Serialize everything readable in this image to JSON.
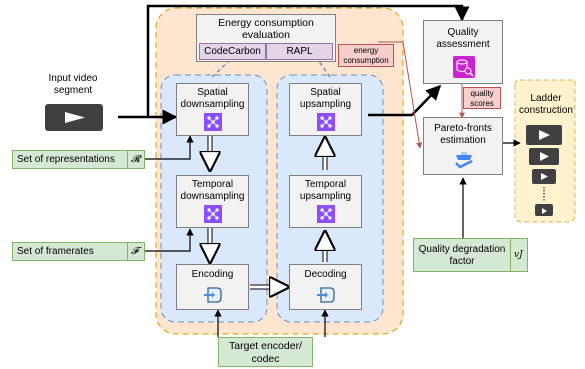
{
  "input": {
    "label_line1": "Input video",
    "label_line2": "segment"
  },
  "energy": {
    "title_line1": "Energy consumption",
    "title_line2": "evaluation",
    "tool1": "CodeCarbon",
    "tool2": "RAPL",
    "note_line1": "energy",
    "note_line2": "consumption"
  },
  "blocks": {
    "spatial_down": {
      "line1": "Spatial",
      "line2": "downsampling"
    },
    "temporal_down": {
      "line1": "Temporal",
      "line2": "downsampling"
    },
    "encoding": {
      "line1": "Encoding"
    },
    "spatial_up": {
      "line1": "Spatial",
      "line2": "upsampling"
    },
    "temporal_up": {
      "line1": "Temporal",
      "line2": "upsampling"
    },
    "decoding": {
      "line1": "Decoding"
    }
  },
  "params": {
    "representations": {
      "label": "Set of representations",
      "symbol": "𝓡"
    },
    "framerates": {
      "label": "Set of framerates",
      "symbol": "𝓕"
    },
    "encoder": {
      "line1": "Target encoder/",
      "line2": "codec"
    },
    "degradation": {
      "line1": "Quality degradation",
      "line2": "factor",
      "symbol": "𝑣𝐽"
    }
  },
  "quality": {
    "line1": "Quality",
    "line2": "assessment",
    "note_line1": "quality",
    "note_line2": "scores"
  },
  "pareto": {
    "line1": "Pareto-fronts",
    "line2": "estimation"
  },
  "ladder": {
    "line1": "Ladder",
    "line2": "construction"
  }
}
